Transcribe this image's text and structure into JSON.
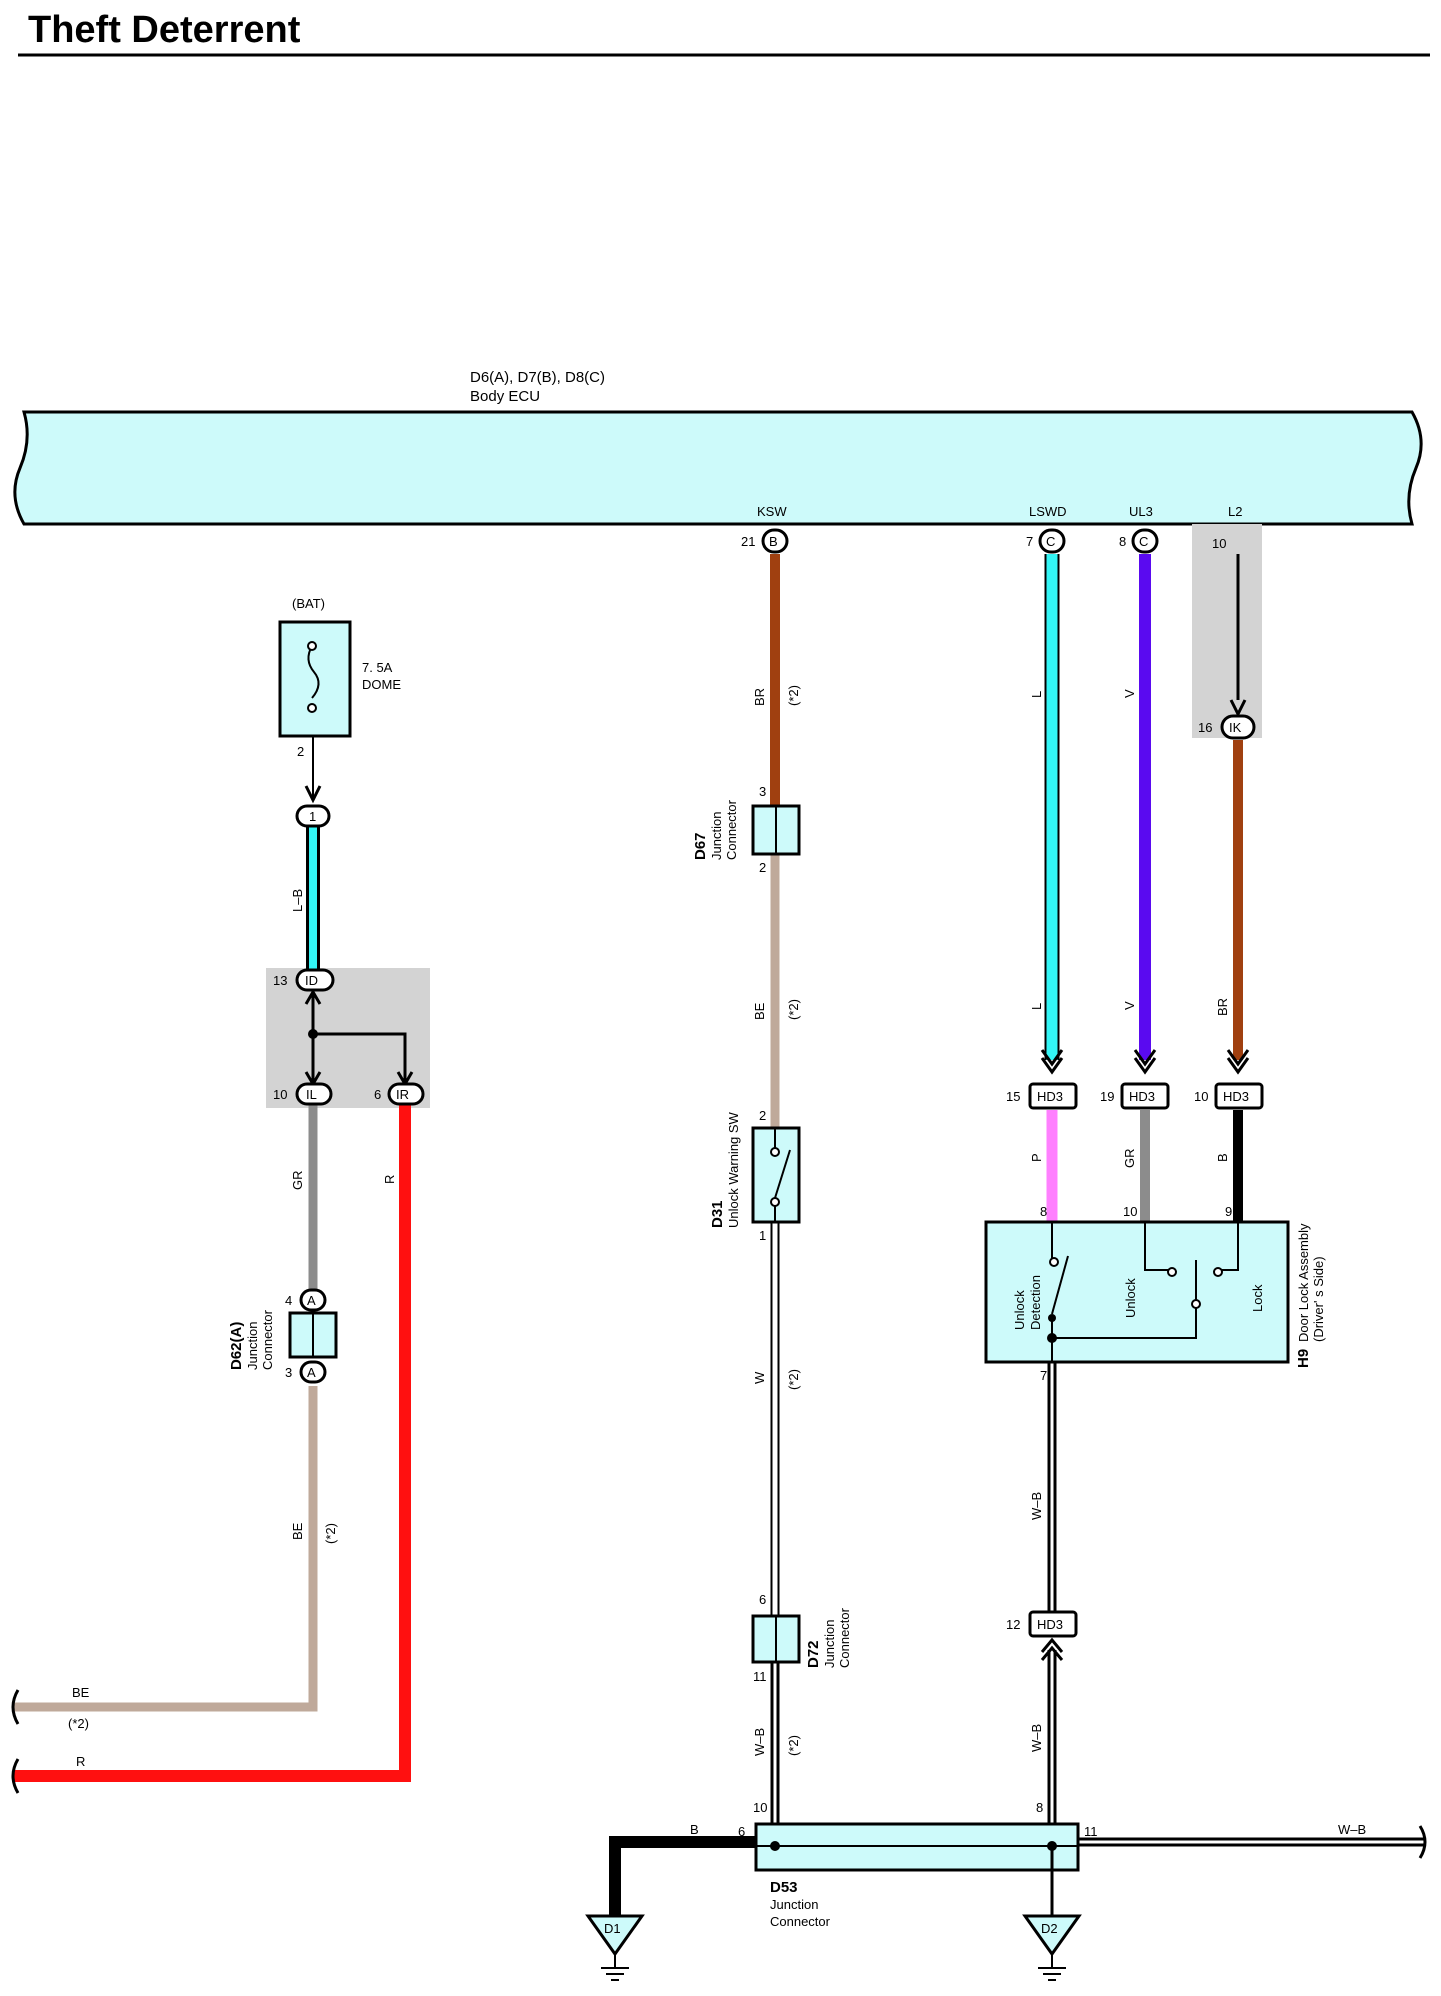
{
  "title": "Theft Deterrent",
  "colors": {
    "component_fill": "#cdfafa",
    "junction_shade": "#d3d3d3",
    "wire_BR": "#a04010",
    "wire_BE": "#bfa99a",
    "wire_L": "#33f5f5",
    "wire_V": "#5a0af0",
    "wire_P": "#ff80ff",
    "wire_GR": "#8c8c8c",
    "wire_R": "#ff1010",
    "wire_B": "#000000",
    "wire_W": "#ffffff"
  },
  "ecu": {
    "connectors": "D6(A), D7(B), D8(C)",
    "name": "Body ECU",
    "terminals": [
      {
        "name": "KSW",
        "pin": "21",
        "conn": "B"
      },
      {
        "name": "LSWD",
        "pin": "7",
        "conn": "C"
      },
      {
        "name": "UL3",
        "pin": "8",
        "conn": "C"
      },
      {
        "name": "L2",
        "pin": "10",
        "conn": ""
      }
    ]
  },
  "fuse": {
    "source": "(BAT)",
    "rating": "7. 5A",
    "name": "DOME",
    "pin_out": "2"
  },
  "connector_1": {
    "label": "1"
  },
  "junction_ID": {
    "in": {
      "pin": "13",
      "label": "ID"
    },
    "out_left": {
      "pin": "10",
      "label": "IL"
    },
    "out_right": {
      "pin": "6",
      "label": "IR"
    }
  },
  "junction_IK": {
    "pin": "16",
    "label": "IK"
  },
  "wire_labels": {
    "LB": "L–B",
    "GR": "GR",
    "R": "R",
    "BE": "BE",
    "BR": "BR",
    "L": "L",
    "V": "V",
    "P": "P",
    "B": "B",
    "W": "W",
    "WB": "W–B",
    "note": "(*2)"
  },
  "d62": {
    "id": "D62(A)",
    "line1": "Junction",
    "line2": "Connector",
    "pin_top": "4",
    "pin_bottom": "3",
    "conn": "A"
  },
  "d67": {
    "id": "D67",
    "line1": "Junction",
    "line2": "Connector",
    "pin_top": "3",
    "pin_bottom": "2"
  },
  "d31": {
    "id": "D31",
    "name": "Unlock Warning SW",
    "pin_top": "2",
    "pin_bottom": "1"
  },
  "d72": {
    "id": "D72",
    "line1": "Junction",
    "line2": "Connector",
    "pin_top": "6",
    "pin_bottom": "11"
  },
  "hd3": {
    "label": "HD3",
    "pins": [
      "15",
      "19",
      "10"
    ],
    "bottom_pin": "12"
  },
  "h9": {
    "id": "H9",
    "name": "Door Lock Assembly",
    "side": "(Driver' s Side)",
    "pins_top": [
      "8",
      "10",
      "9"
    ],
    "pin_bottom": "7",
    "switch_unlock_detection_1": "Unlock",
    "switch_unlock_detection_2": "Detection",
    "switch_unlock": "Unlock",
    "switch_lock": "Lock"
  },
  "d53": {
    "id": "D53",
    "line1": "Junction",
    "line2": "Connector",
    "pin_left": "6",
    "pin_top_left": "10",
    "pin_top_right": "8",
    "pin_right": "11"
  },
  "grounds": {
    "d1": "D1",
    "d2": "D2"
  }
}
